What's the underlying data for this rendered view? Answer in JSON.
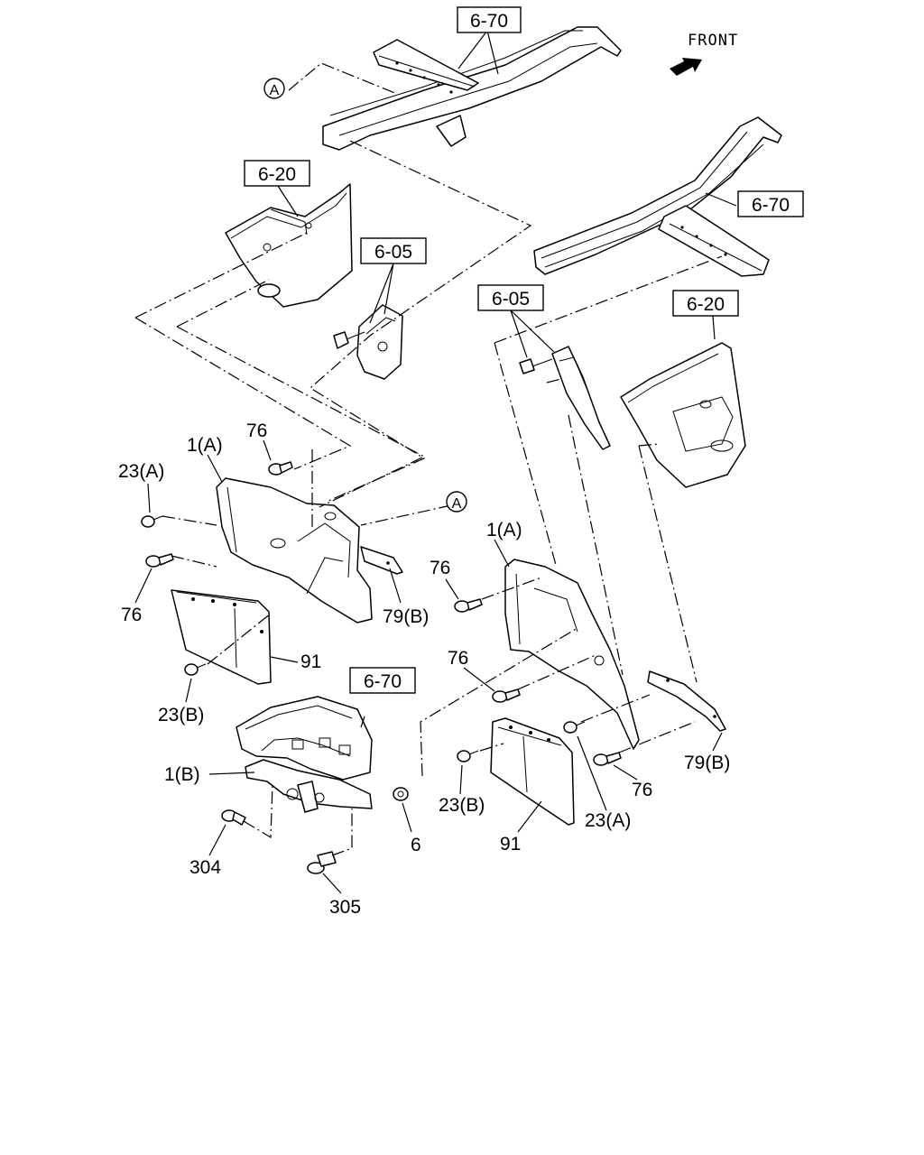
{
  "diagram": {
    "direction_label": "FRONT",
    "refs": {
      "ref_6_70_top": "6-70",
      "ref_6_70_right": "6-70",
      "ref_6_70_bottom": "6-70",
      "ref_6_20_left": "6-20",
      "ref_6_20_right": "6-20",
      "ref_6_05_left": "6-05",
      "ref_6_05_right": "6-05"
    },
    "circle_refs": {
      "a_top": "A",
      "a_mid": "A"
    },
    "parts": {
      "p1a_left": "1(A)",
      "p1a_right": "1(A)",
      "p1b": "1(B)",
      "p6": "6",
      "p23a_left": "23(A)",
      "p23a_right": "23(A)",
      "p23b_left": "23(B)",
      "p23b_right": "23(B)",
      "p76_top": "76",
      "p76_left": "76",
      "p76_r1": "76",
      "p76_r2": "76",
      "p76_r3": "76",
      "p79b_left": "79(B)",
      "p79b_right": "79(B)",
      "p91_left": "91",
      "p91_right": "91",
      "p304": "304",
      "p305": "305"
    }
  }
}
